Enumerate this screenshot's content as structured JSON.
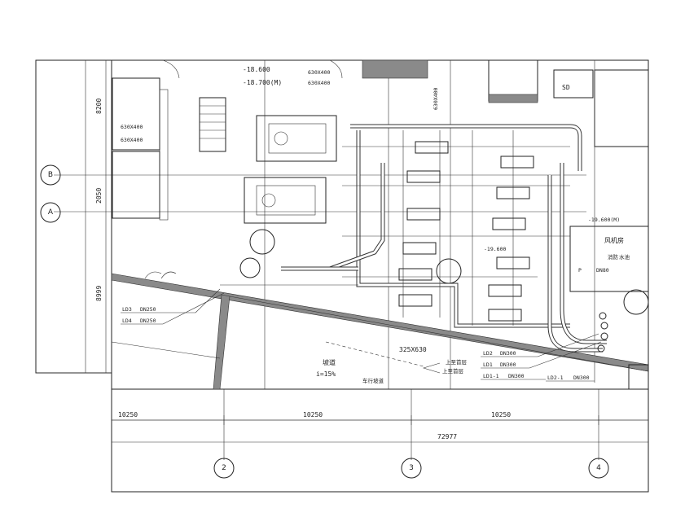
{
  "levels": {
    "top_level_1": "-18.600",
    "top_level_2": "-18.700(M)",
    "level_right": "-19.600(M)",
    "level_mid": "-19.600"
  },
  "ducts": {
    "duct_top_1": "630X400",
    "duct_top_2": "630X400",
    "duct_vertical": "630X400",
    "duct_left_1": "630X400",
    "duct_left_2": "630X400",
    "duct_bottom": "325X630"
  },
  "room_labels": {
    "sd": "SD",
    "room_right": "风机房",
    "tank_label": "消防",
    "tank_label_2": "水池",
    "p_label": "P",
    "p_size": "DN80",
    "ramp_label": "坡道",
    "ramp_slope": "i=15%",
    "lane_label": "车行坡道",
    "up_arrow_1": "上至首层",
    "up_arrow_2": "上至首层"
  },
  "pipe_callouts": {
    "left": [
      {
        "code": "LD3",
        "size": "DN250"
      },
      {
        "code": "LD4",
        "size": "DN250"
      }
    ],
    "right": [
      {
        "code": "LD2",
        "size": "DN300"
      },
      {
        "code": "LD1",
        "size": "DN300"
      },
      {
        "code": "LD1-1",
        "size": "DN300"
      },
      {
        "code": "LD2-1",
        "size": "DN300"
      }
    ]
  },
  "left_dims": {
    "dim_1": "8200",
    "dim_2": "2050",
    "dim_3": "8999"
  },
  "bottom_dims": {
    "seg_1": "10250",
    "seg_2": "10250",
    "seg_3": "10250",
    "total": "72977"
  },
  "grid_bubbles": {
    "row_b": "B",
    "row_a": "A",
    "col_2": "2",
    "col_3": "3",
    "col_4": "4"
  }
}
